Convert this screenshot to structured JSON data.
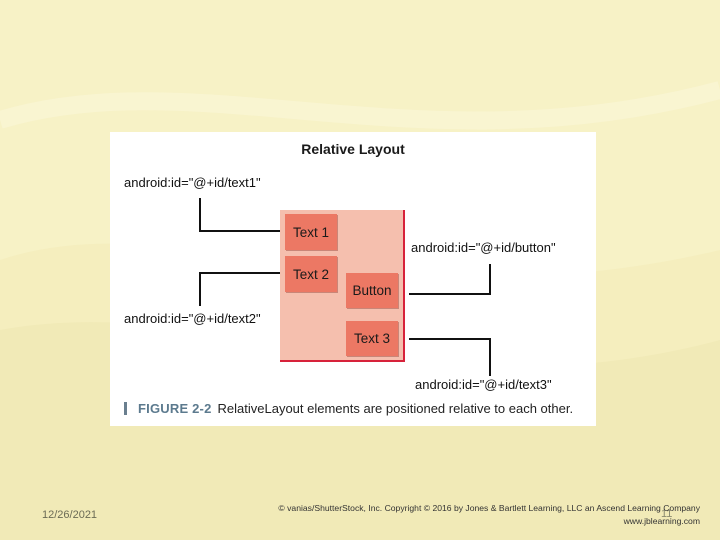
{
  "figure": {
    "title": "Relative Layout",
    "labels": {
      "text1_id": "android:id=\"@+id/text1\"",
      "text2_id": "android:id=\"@+id/text2\"",
      "button_id": "android:id=\"@+id/button\"",
      "text3_id": "android:id=\"@+id/text3\""
    },
    "views": {
      "text1": "Text 1",
      "text2": "Text 2",
      "button": "Button",
      "text3": "Text 3"
    },
    "caption": {
      "number": "FIGURE 2-2",
      "text": "RelativeLayout elements are positioned relative to each other."
    },
    "colors": {
      "container_fill": "#f5bfae",
      "container_border": "#d7223a",
      "view_fill": "#ec7864",
      "caption_accent": "#5c7a8e"
    }
  },
  "footer": {
    "date": "12/26/2021",
    "page_number": "11",
    "copyright_line1": "© vanias/ShutterStock, Inc. Copyright © 2016 by Jones & Bartlett Learning, LLC an Ascend Learning Company",
    "copyright_line2": "www.jblearning.com"
  }
}
